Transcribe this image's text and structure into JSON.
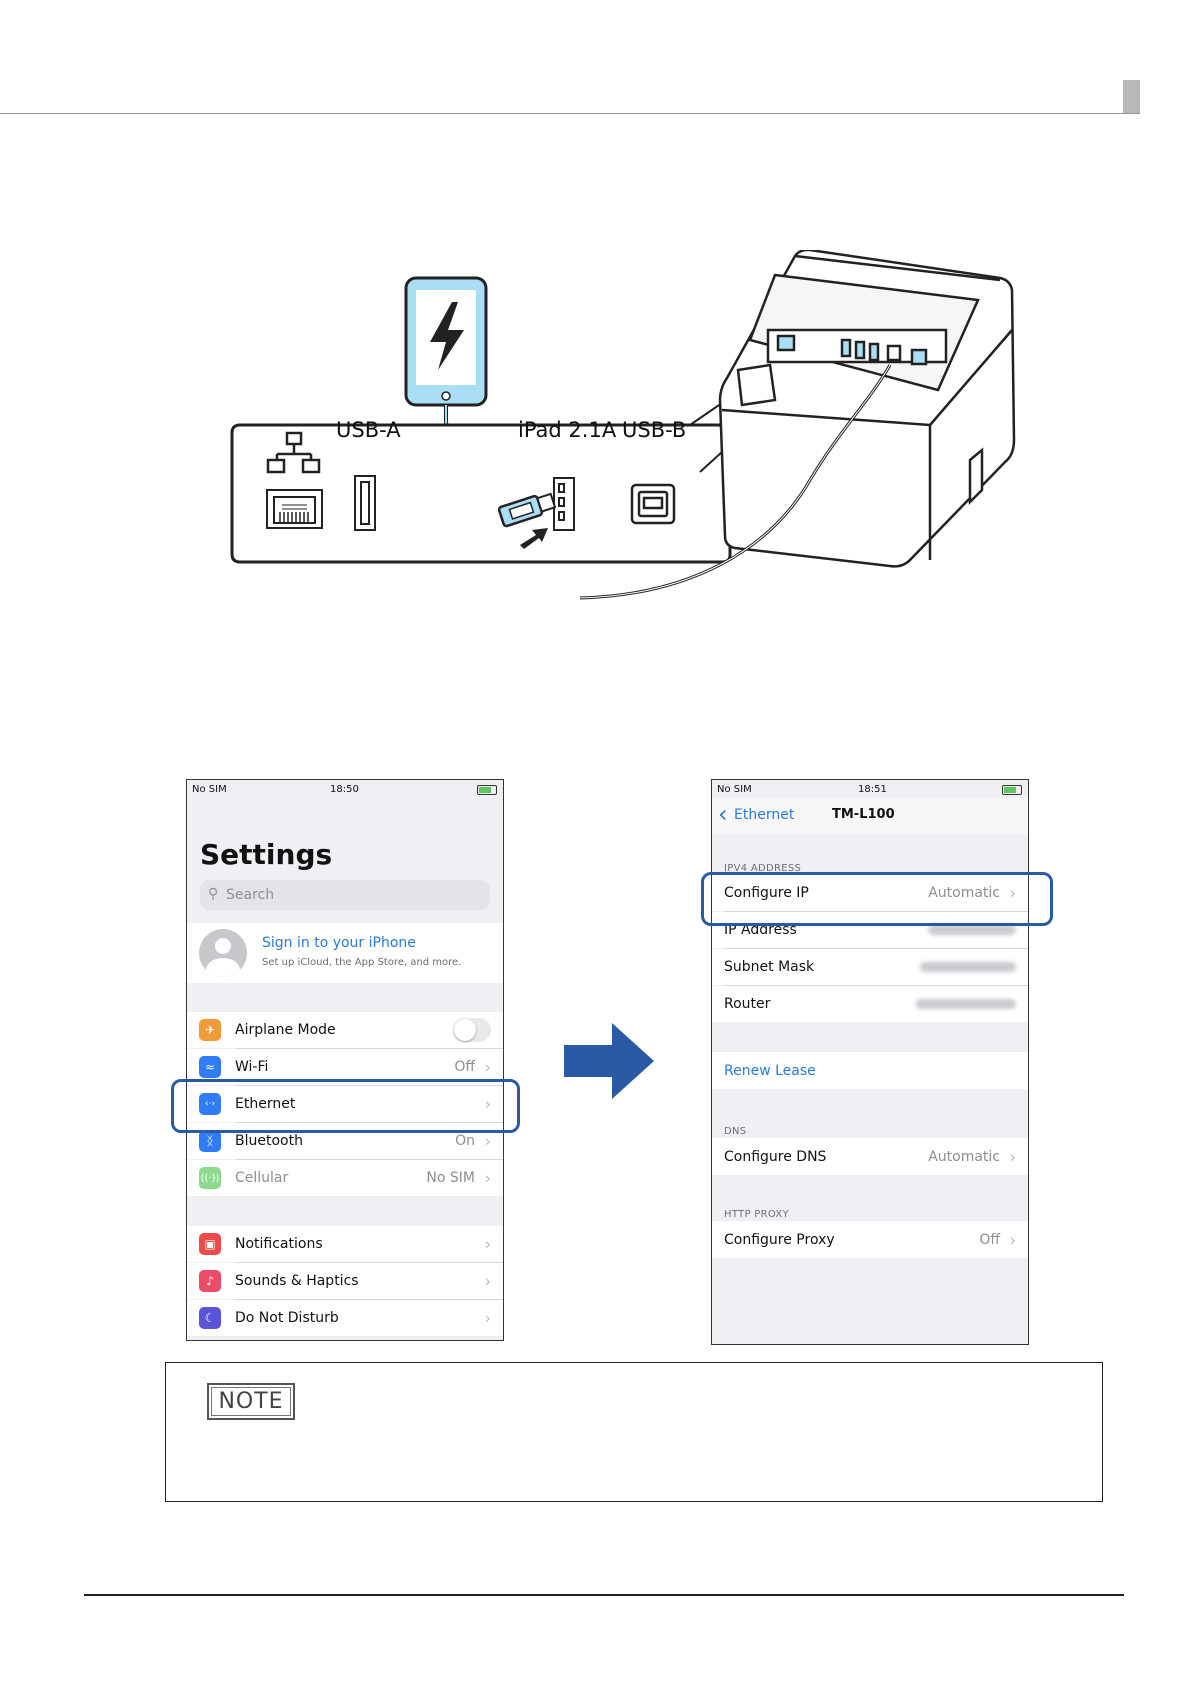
{
  "illustration": {
    "ports": {
      "usb_a": "USB-A",
      "ipad": "iPad 2.1A",
      "usb_b": "USB-B"
    }
  },
  "screen_settings": {
    "status": {
      "carrier": "No SIM",
      "time": "18:50"
    },
    "title": "Settings",
    "search_placeholder": "Search",
    "account": {
      "title": "Sign in to your iPhone",
      "subtitle": "Set up iCloud, the App Store, and more."
    },
    "group1": [
      {
        "label": "Airplane Mode",
        "value": ""
      },
      {
        "label": "Wi-Fi",
        "value": "Off"
      },
      {
        "label": "Ethernet",
        "value": ""
      },
      {
        "label": "Bluetooth",
        "value": "On"
      },
      {
        "label": "Cellular",
        "value": "No SIM"
      }
    ],
    "group2": [
      {
        "label": "Notifications"
      },
      {
        "label": "Sounds & Haptics"
      },
      {
        "label": "Do Not Disturb"
      }
    ]
  },
  "screen_ethernet": {
    "status": {
      "carrier": "No SIM",
      "time": "18:51"
    },
    "nav": {
      "back": "Ethernet",
      "title": "TM-L100"
    },
    "ipv4_header": "IPV4 ADDRESS",
    "ipv4_rows": [
      {
        "label": "Configure IP",
        "value": "Automatic"
      },
      {
        "label": "IP Address"
      },
      {
        "label": "Subnet Mask"
      },
      {
        "label": "Router"
      }
    ],
    "renew": "Renew Lease",
    "dns_header": "DNS",
    "dns_row": {
      "label": "Configure DNS",
      "value": "Automatic"
    },
    "proxy_header": "HTTP PROXY",
    "proxy_row": {
      "label": "Configure Proxy",
      "value": "Off"
    }
  },
  "note": {
    "badge": "NOTE"
  },
  "colors": {
    "accent_blue": "#2a5aa6",
    "ios_link": "#2a7ad6"
  }
}
